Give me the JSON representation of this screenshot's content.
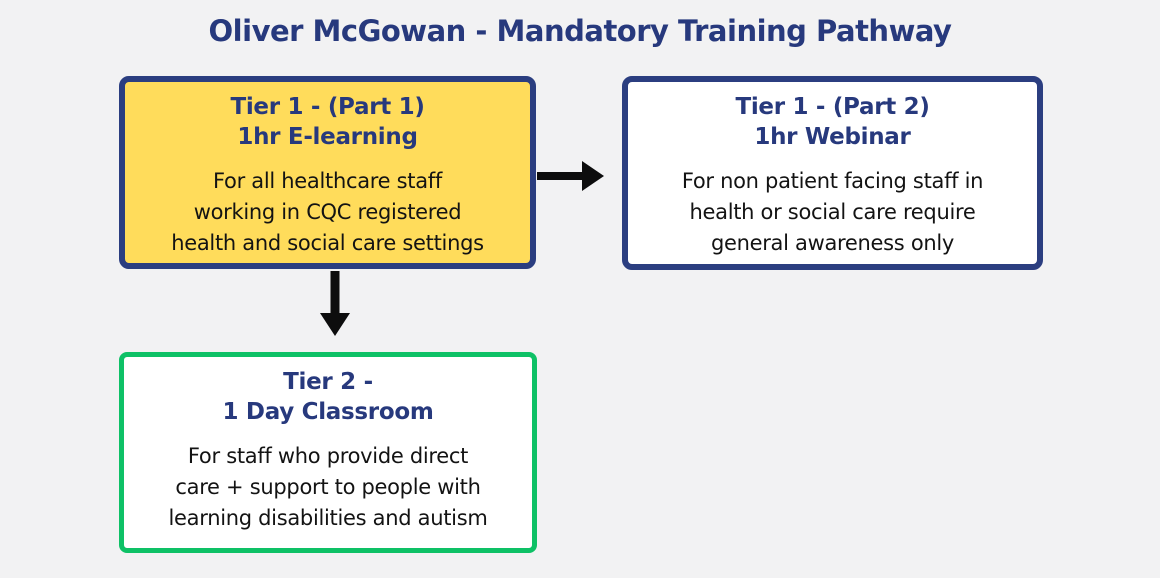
{
  "title": "Oliver McGowan - Mandatory Training Pathway",
  "colors": {
    "page_background": "#F2F2F3",
    "navy_border": "#2B3E80",
    "heading_text": "#27397D",
    "yellow_fill": "#FFDC5B",
    "green_border": "#0EC166",
    "body_text": "#131313",
    "arrow": "#0D0D0D"
  },
  "diagram": {
    "nodes": [
      {
        "id": "tier1-part1",
        "heading": "Tier 1 - (Part 1)\n1hr E-learning",
        "body": "For all healthcare staff\nworking in CQC registered\nhealth and social care settings",
        "fill": "#FFDC5B",
        "border_color": "#2B3E80"
      },
      {
        "id": "tier1-part2",
        "heading": "Tier 1 - (Part 2)\n1hr Webinar",
        "body": "For non patient facing staff in\nhealth or social care require\ngeneral awareness only",
        "fill": "#FFFFFF",
        "border_color": "#2B3E80"
      },
      {
        "id": "tier2",
        "heading": "Tier 2 -\n1 Day Classroom",
        "body": "For staff who provide direct\ncare + support to people with\nlearning disabilities and autism",
        "fill": "#FFFFFF",
        "border_color": "#0EC166"
      }
    ],
    "connections": [
      {
        "from": "tier1-part1",
        "to": "tier1-part2",
        "direction": "right"
      },
      {
        "from": "tier1-part1",
        "to": "tier2",
        "direction": "down"
      }
    ]
  }
}
